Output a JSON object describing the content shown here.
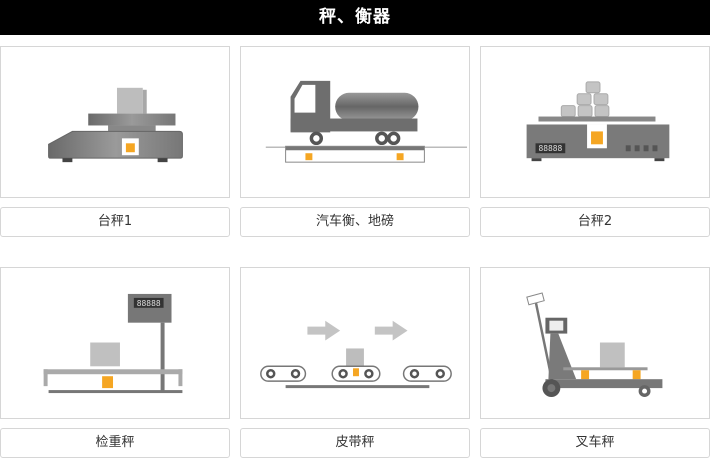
{
  "header": {
    "title": "秤、衡器"
  },
  "colors": {
    "accent": "#f5a623",
    "dark": "#6e6e6e",
    "light": "#bdbdbd"
  },
  "cards": [
    {
      "label": "台秤1"
    },
    {
      "label": "汽车衡、地磅"
    },
    {
      "label": "台秤2",
      "display": "88888"
    },
    {
      "label": "检重秤",
      "display": "88888"
    },
    {
      "label": "皮带秤"
    },
    {
      "label": "叉车秤"
    }
  ]
}
